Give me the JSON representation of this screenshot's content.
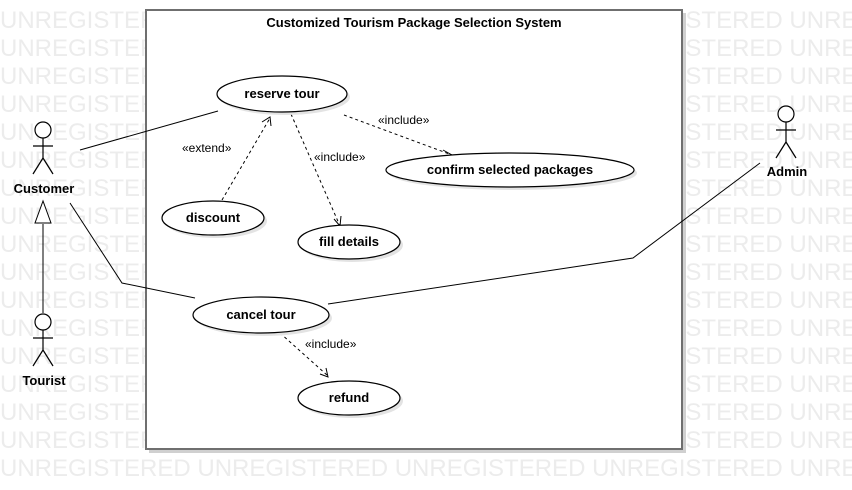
{
  "watermark": "UNREGISTERED",
  "system": {
    "title": "Customized Tourism Package Selection System"
  },
  "actors": {
    "customer": "Customer",
    "tourist": "Tourist",
    "admin": "Admin"
  },
  "use_cases": {
    "reserve_tour": "reserve tour",
    "confirm_packages": "confirm selected packages",
    "discount": "discount",
    "fill_details": "fill details",
    "cancel_tour": "cancel tour",
    "refund": "refund"
  },
  "relations": {
    "extend": "«extend»",
    "include_confirm": "«include»",
    "include_fill": "«include»",
    "include_refund": "«include»"
  }
}
